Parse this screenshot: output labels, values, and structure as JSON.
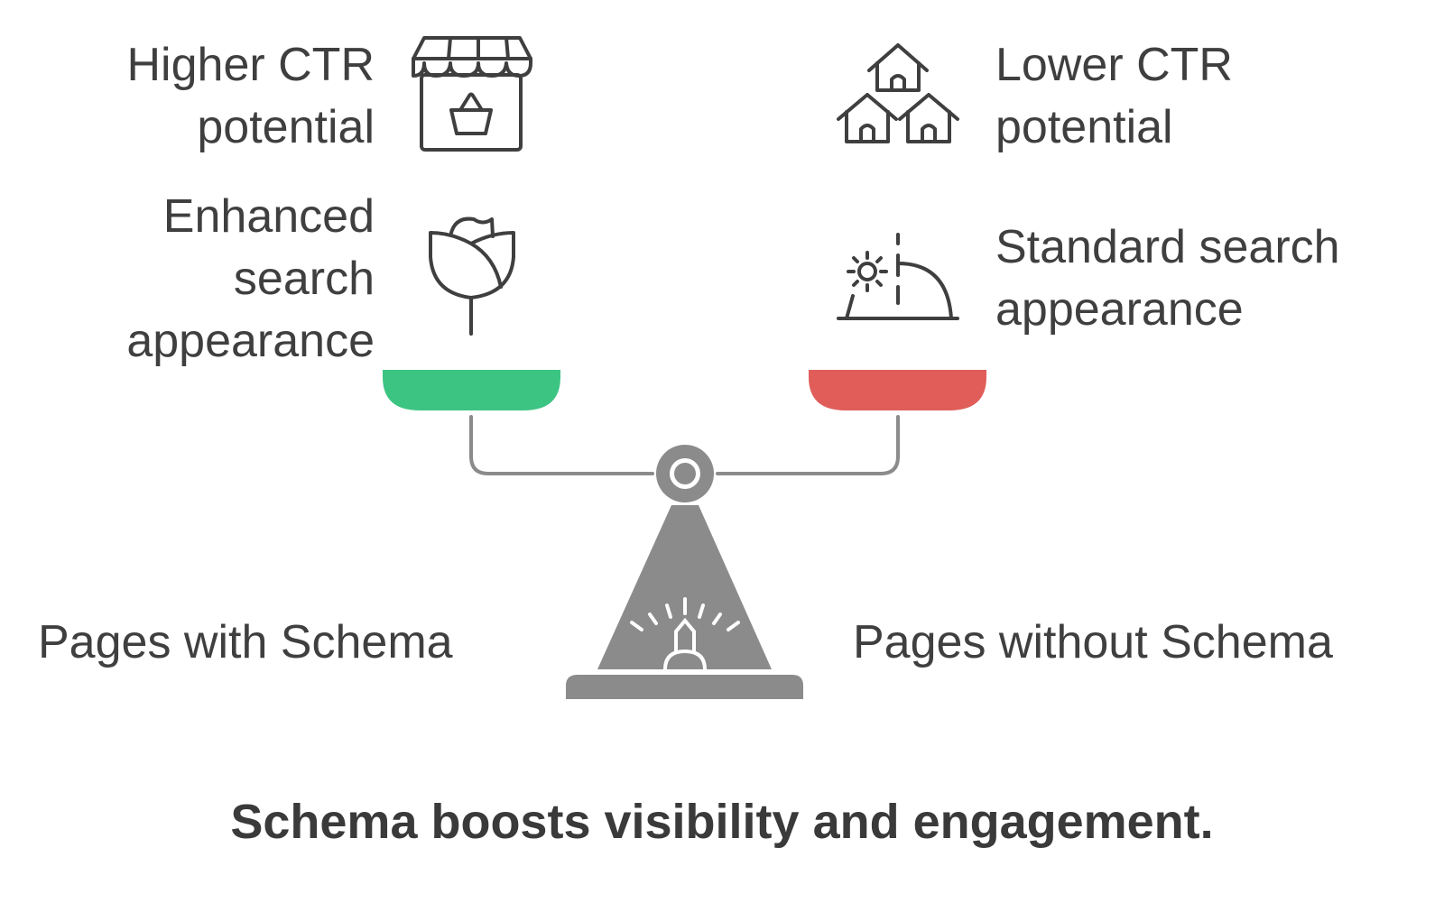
{
  "left": {
    "benefits": [
      {
        "lines": [
          "Higher CTR",
          "potential"
        ],
        "icon": "storefront-icon"
      },
      {
        "lines": [
          "Enhanced",
          "search",
          "appearance"
        ],
        "icon": "flower-icon"
      }
    ],
    "label": "Pages with Schema",
    "pan_color": "#3cc483"
  },
  "right": {
    "benefits": [
      {
        "lines": [
          "Lower CTR",
          "potential"
        ],
        "icon": "houses-icon"
      },
      {
        "lines": [
          "Standard search",
          "appearance"
        ],
        "icon": "sunrise-icon"
      }
    ],
    "label": "Pages without Schema",
    "pan_color": "#e05d5a"
  },
  "caption": "Schema boosts visibility and engagement.",
  "colors": {
    "icon_stroke": "#3f3f3f",
    "scale_gray": "#8b8b8b",
    "text": "#3f3f3f"
  }
}
